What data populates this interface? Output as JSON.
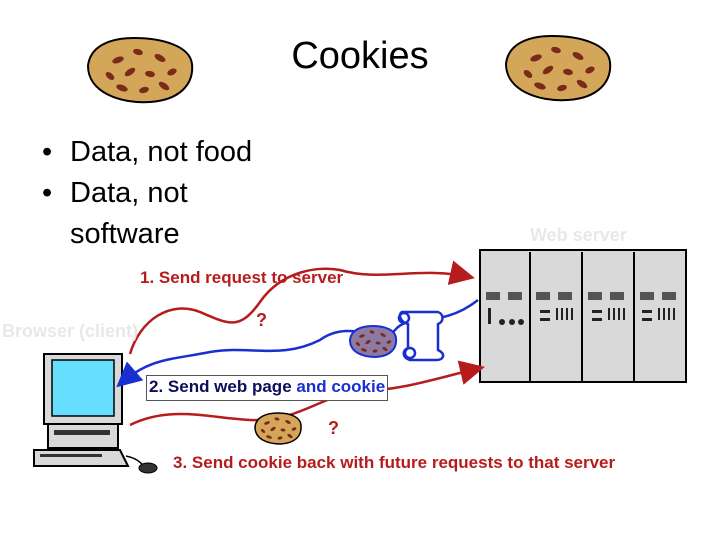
{
  "title": "Cookies",
  "bullets": [
    "Data, not food",
    "Data, not software"
  ],
  "labels": {
    "web_server": "Web server",
    "browser": "Browser (client)",
    "question_mark": "?"
  },
  "steps": {
    "step1": "1. Send request to server",
    "step2_prefix": "2. Send web page ",
    "step2_cookie": "and cookie",
    "step3": "3. Send cookie back with future requests to that server"
  },
  "colors": {
    "request_arrow": "#b71c1c",
    "response_arrow": "#1a2fd0",
    "cookie": "#d4a65a",
    "chip": "#7a2a18",
    "server": "#d9d9d9"
  }
}
